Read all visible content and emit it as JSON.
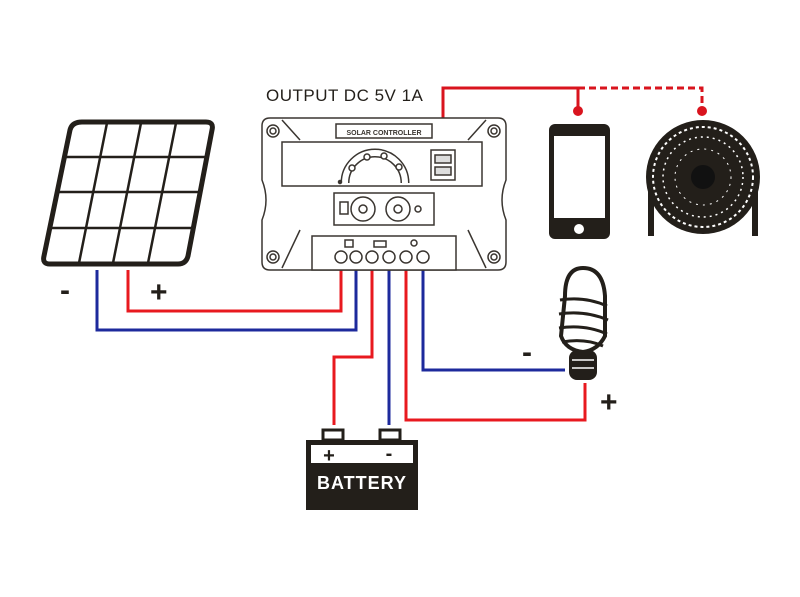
{
  "diagram": {
    "title": "Solar charge controller wiring diagram",
    "output_label": "OUTPUT DC 5V 1A",
    "controller": {
      "name": "controller",
      "label": "SOLAR CONTROLLER",
      "terminals": [
        "solar +",
        "solar -",
        "battery +",
        "battery -",
        "load +",
        "load -"
      ]
    },
    "components": [
      {
        "id": "solar-panel",
        "label": "Solar panel",
        "neg": "-",
        "pos": "+"
      },
      {
        "id": "battery",
        "label": "BATTERY",
        "pos": "+",
        "neg": "-"
      },
      {
        "id": "bulb",
        "label": "Bulb",
        "neg": "-",
        "pos": "+"
      },
      {
        "id": "phone",
        "label": "Phone"
      },
      {
        "id": "fan",
        "label": "Fan"
      }
    ],
    "colors": {
      "positive": "#e8191f",
      "negative": "#1d2a9c",
      "outline": "#231f1a",
      "usb_wire": "#d9141e"
    },
    "wires": [
      {
        "from": "solar-panel +",
        "to": "controller solar +",
        "color": "positive"
      },
      {
        "from": "solar-panel -",
        "to": "controller solar -",
        "color": "negative"
      },
      {
        "from": "battery +",
        "to": "controller battery +",
        "color": "positive"
      },
      {
        "from": "battery -",
        "to": "controller battery -",
        "color": "negative"
      },
      {
        "from": "bulb +",
        "to": "controller load +",
        "color": "positive"
      },
      {
        "from": "bulb -",
        "to": "controller load -",
        "color": "negative"
      },
      {
        "from": "controller usb",
        "to": "phone",
        "style": "solid"
      },
      {
        "from": "controller usb",
        "to": "fan",
        "style": "dashed"
      }
    ]
  }
}
